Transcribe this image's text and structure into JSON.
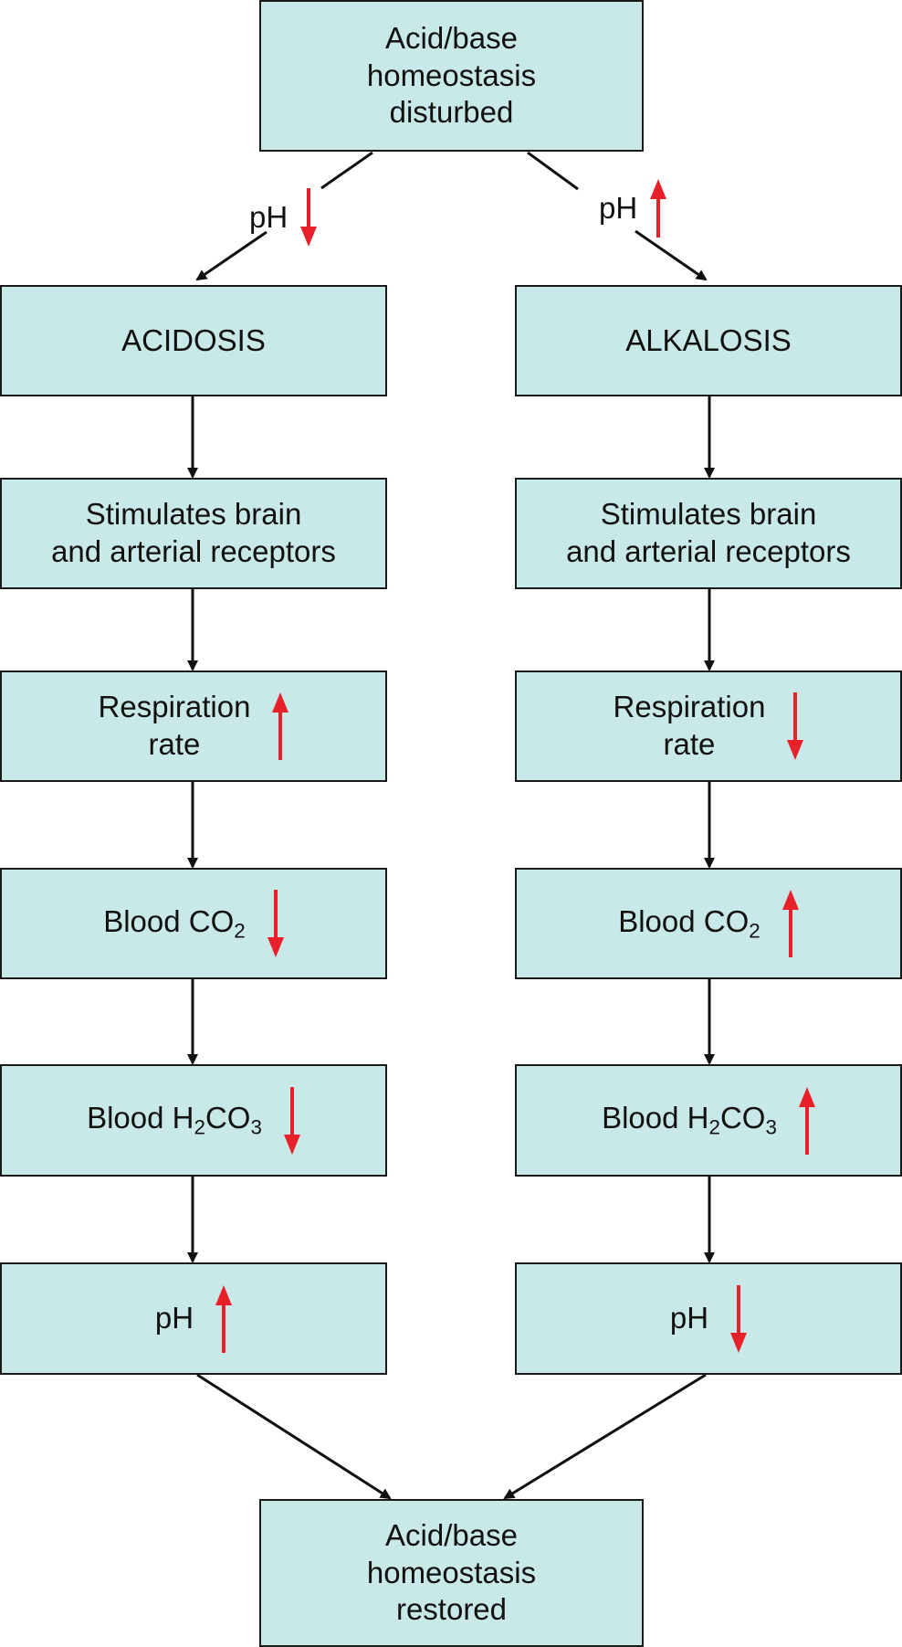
{
  "top_box": {
    "text": "Acid/base\nhomeostasis\ndisturbed"
  },
  "branch_labels": {
    "left": {
      "text": "pH",
      "direction": "down"
    },
    "right": {
      "text": "pH",
      "direction": "up"
    }
  },
  "left_column": [
    {
      "text": "ACIDOSIS"
    },
    {
      "text": "Stimulates brain\nand arterial receptors"
    },
    {
      "text": "Respiration\nrate",
      "direction": "up"
    },
    {
      "text": "Blood CO",
      "sub": "2",
      "direction": "down"
    },
    {
      "text": "Blood H",
      "sub": "2",
      "text2": "CO",
      "sub2": "3",
      "direction": "down"
    },
    {
      "text": "pH",
      "direction": "up"
    }
  ],
  "right_column": [
    {
      "text": "ALKALOSIS"
    },
    {
      "text": "Stimulates brain\nand arterial receptors"
    },
    {
      "text": "Respiration\nrate",
      "direction": "down"
    },
    {
      "text": "Blood CO",
      "sub": "2",
      "direction": "up"
    },
    {
      "text": "Blood H",
      "sub": "2",
      "text2": "CO",
      "sub2": "3",
      "direction": "up"
    },
    {
      "text": "pH",
      "direction": "down"
    }
  ],
  "bottom_box": {
    "text": "Acid/base\nhomeostasis\nrestored"
  },
  "colors": {
    "box_fill": "#c9e8e8",
    "box_border": "#1a1a1a",
    "indicator_arrow": "#e8202a",
    "flow_arrow": "#111111"
  }
}
